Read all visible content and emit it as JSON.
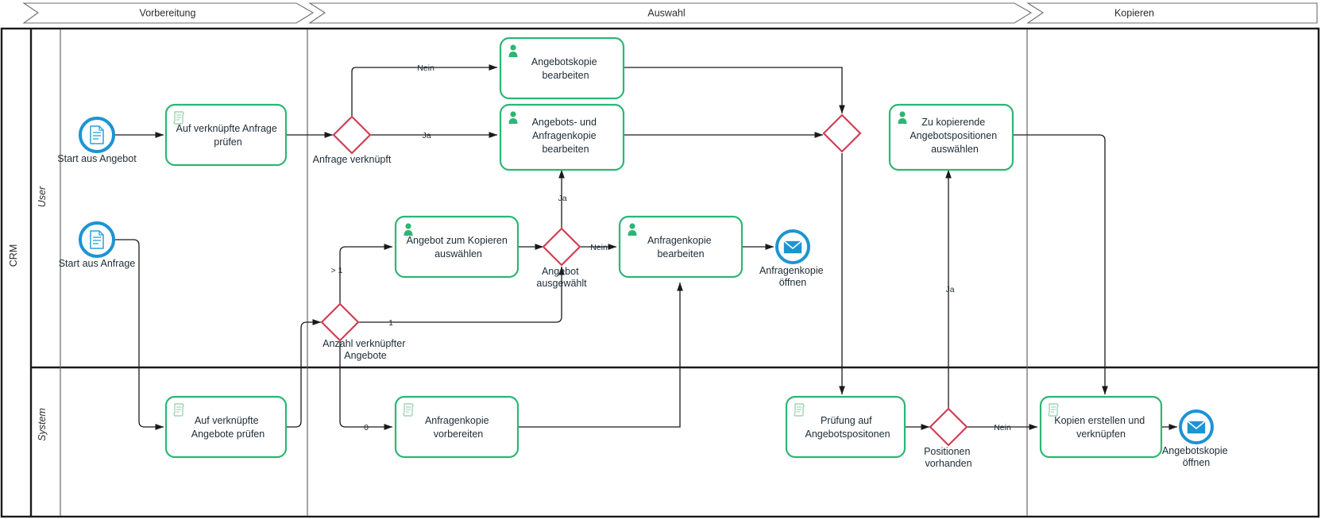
{
  "diagram": {
    "type": "bpmn-process-diagram",
    "pool": {
      "name": "CRM"
    },
    "lanes": [
      {
        "id": "user",
        "name": "User"
      },
      {
        "id": "system",
        "name": "System"
      }
    ],
    "phases": [
      {
        "id": "vorbereitung",
        "label": "Vorbereitung"
      },
      {
        "id": "auswahl",
        "label": "Auswahl"
      },
      {
        "id": "kopieren",
        "label": "Kopieren"
      }
    ],
    "colors": {
      "task_stroke": "#2cb673",
      "gateway_stroke": "#cf4055",
      "event_stroke": "#1d94d2",
      "flow": "#1a1a1a",
      "pool_border": "#1a1a1a",
      "text": "#1c2b36"
    },
    "nodes": [
      {
        "id": "start_angebot",
        "type": "start-event",
        "icon": "document-icon",
        "label": "Start aus Angebot",
        "lane": "user",
        "phase": "vorbereitung"
      },
      {
        "id": "start_anfrage",
        "type": "start-event",
        "icon": "document-icon",
        "label": "Start aus Anfrage",
        "lane": "user",
        "phase": "vorbereitung"
      },
      {
        "id": "t_pruef_anfrage",
        "type": "service-task",
        "icon": "script-icon",
        "label": "Auf verknüpfte Anfrage prüfen",
        "lane": "user",
        "phase": "vorbereitung"
      },
      {
        "id": "t_pruef_angebote",
        "type": "service-task",
        "icon": "script-icon",
        "label": "Auf verknüpfte Angebote prüfen",
        "lane": "system",
        "phase": "vorbereitung"
      },
      {
        "id": "gw_anfrage_verkn",
        "type": "exclusive-gateway",
        "label": "Anfrage verknüpft",
        "lane": "user",
        "phase": "auswahl"
      },
      {
        "id": "gw_anzahl",
        "type": "exclusive-gateway",
        "label": "Anzahl verknüpfter Angebote",
        "lane": "user",
        "phase": "auswahl"
      },
      {
        "id": "t_angebotskopie",
        "type": "user-task",
        "icon": "user-icon",
        "label": "Angebotskopie bearbeiten",
        "lane": "user",
        "phase": "auswahl"
      },
      {
        "id": "t_angebots_anfrage",
        "type": "user-task",
        "icon": "user-icon",
        "label": "Angebots- und Anfragenkopie bearbeiten",
        "lane": "user",
        "phase": "auswahl"
      },
      {
        "id": "t_angebot_waehlen",
        "type": "user-task",
        "icon": "user-icon",
        "label": "Angebot zum Kopieren auswählen",
        "lane": "user",
        "phase": "auswahl"
      },
      {
        "id": "gw_angebot_gewaehlt",
        "type": "exclusive-gateway",
        "label": "Angebot ausgewählt",
        "lane": "user",
        "phase": "auswahl"
      },
      {
        "id": "t_anfragenkopie_bearb",
        "type": "user-task",
        "icon": "user-icon",
        "label": "Anfragenkopie bearbeiten",
        "lane": "user",
        "phase": "auswahl"
      },
      {
        "id": "e_anfragenkopie_oeffnen",
        "type": "end-event",
        "icon": "envelope-icon",
        "label": "Anfragenkopie öffnen",
        "lane": "user",
        "phase": "auswahl"
      },
      {
        "id": "t_anfragenkopie_vorb",
        "type": "service-task",
        "icon": "script-icon",
        "label": "Anfragenkopie vorbereiten",
        "lane": "system",
        "phase": "auswahl"
      },
      {
        "id": "gw_merge",
        "type": "exclusive-gateway",
        "label": "",
        "lane": "user",
        "phase": "auswahl"
      },
      {
        "id": "t_pruefung_pos",
        "type": "service-task",
        "icon": "script-icon",
        "label": "Prüfung auf Angebotspositonen",
        "lane": "system",
        "phase": "auswahl"
      },
      {
        "id": "gw_positionen",
        "type": "exclusive-gateway",
        "label": "Positionen vorhanden",
        "lane": "system",
        "phase": "auswahl"
      },
      {
        "id": "t_zu_kopierende",
        "type": "user-task",
        "icon": "user-icon",
        "label": "Zu kopierende Angebotspositionen auswählen",
        "lane": "user",
        "phase": "auswahl"
      },
      {
        "id": "t_kopien",
        "type": "service-task",
        "icon": "script-icon",
        "label": "Kopien erstellen und verknüpfen",
        "lane": "system",
        "phase": "kopieren"
      },
      {
        "id": "e_angebotskopie_oeffnen",
        "type": "end-event",
        "icon": "envelope-icon",
        "label": "Angebotskopie öffnen",
        "lane": "system",
        "phase": "kopieren"
      }
    ],
    "flow_labels": {
      "nein_anfrage": "Nein",
      "ja_anfrage": "Ja",
      "gt1": "> 1",
      "one": "1",
      "zero": "0",
      "ja_angebot": "Ja",
      "nein_angebot": "Nein",
      "ja_positionen": "Ja",
      "nein_positionen": "Nein"
    },
    "task_lines": {
      "t_pruef_anfrage": [
        "Auf verknüpfte Anfrage",
        "prüfen"
      ],
      "t_pruef_angebote": [
        "Auf verknüpfte",
        "Angebote prüfen"
      ],
      "t_angebotskopie": [
        "Angebotskopie",
        "bearbeiten"
      ],
      "t_angebots_anfrage": [
        "Angebots- und",
        "Anfragenkopie",
        "bearbeiten"
      ],
      "t_angebot_waehlen": [
        "Angebot zum Kopieren",
        "auswählen"
      ],
      "t_anfragenkopie_bearb": [
        "Anfragenkopie",
        "bearbeiten"
      ],
      "t_anfragenkopie_vorb": [
        "Anfragenkopie",
        "vorbereiten"
      ],
      "t_pruefung_pos": [
        "Prüfung auf",
        "Angebotspositonen"
      ],
      "t_zu_kopierende": [
        "Zu kopierende",
        "Angebotspositionen",
        "auswählen"
      ],
      "t_kopien": [
        "Kopien erstellen und",
        "verknüpfen"
      ]
    },
    "node_label_lines": {
      "start_angebot": [
        "Start aus Angebot"
      ],
      "start_anfrage": [
        "Start aus Anfrage"
      ],
      "gw_anfrage_verkn": [
        "Anfrage verknüpft"
      ],
      "gw_anzahl": [
        "Anzahl verknüpfter",
        "Angebote"
      ],
      "gw_angebot_gewaehlt": [
        "Angebot",
        "ausgewählt"
      ],
      "gw_positionen": [
        "Positionen",
        "vorhanden"
      ],
      "e_anfragenkopie_oeffnen": [
        "Anfragenkopie",
        "öffnen"
      ],
      "e_angebotskopie_oeffnen": [
        "Angebotskopie",
        "öffnen"
      ]
    }
  }
}
